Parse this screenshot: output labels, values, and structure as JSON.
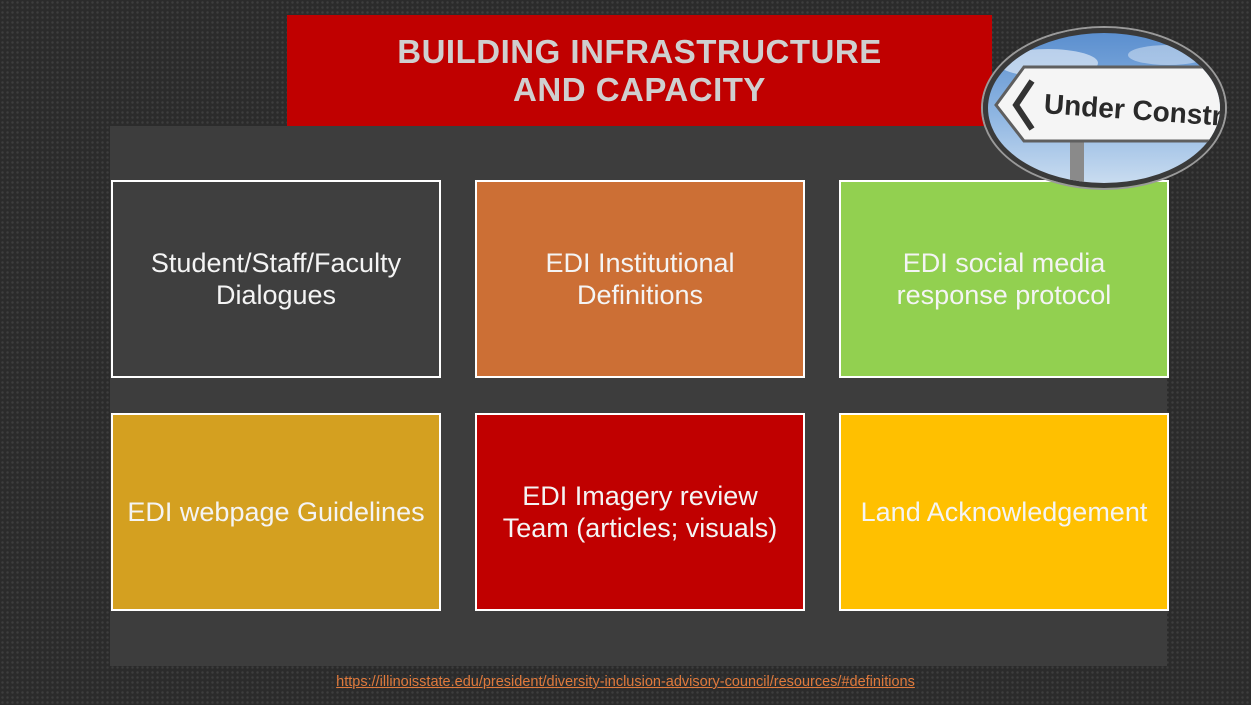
{
  "slide": {
    "title_line1": "BUILDING INFRASTRUCTURE",
    "title_line2": "AND CAPACITY",
    "link_url": "https://illinoisstate.edu/president/diversity-inclusion-advisory-council/resources/#definitions"
  },
  "sign": {
    "text": "Under Construction",
    "icon": "under-construction-sign"
  },
  "tiles": [
    {
      "text": "Student/Staff/Faculty Dialogues",
      "color": "#3f3f3f"
    },
    {
      "text": "EDI Institutional Definitions",
      "color": "#cc6f35"
    },
    {
      "text": "EDI social media response protocol",
      "color": "#92d050"
    },
    {
      "text": "EDI webpage Guidelines",
      "color": "#d4a020"
    },
    {
      "text": "EDI Imagery review Team (articles; visuals)",
      "color": "#c00000"
    },
    {
      "text": "Land Acknowledgement",
      "color": "#ffc000"
    }
  ]
}
